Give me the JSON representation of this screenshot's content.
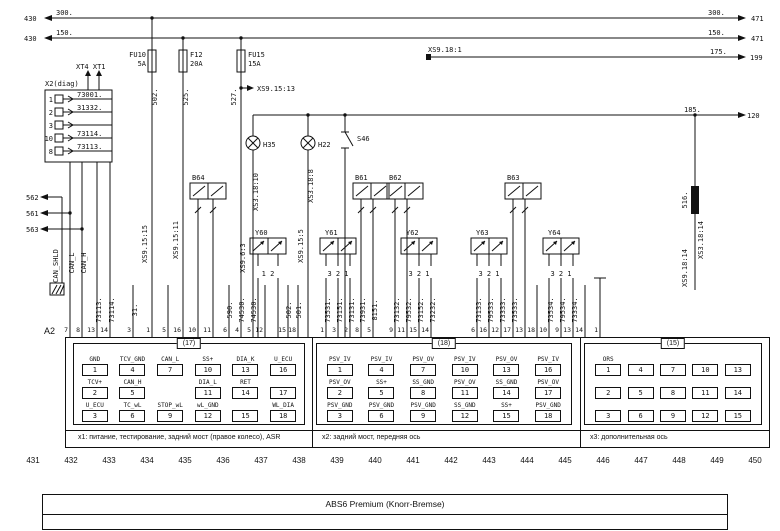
{
  "labels": {
    "n430a": "430",
    "n430b": "430",
    "l300l": "300.",
    "l150l": "150.",
    "l300r": "300.",
    "l150r": "150.",
    "r471a": "471",
    "r471b": "471",
    "xs9181": "XS9.18:1",
    "r175": "175.",
    "r199": "199",
    "r185": "185.",
    "r120": "120",
    "fu10": "FU10",
    "fu10a": "5A",
    "f12": "F12",
    "f12a": "20A",
    "fu15": "FU15",
    "fu15a": "15A",
    "xs91513": "XS9.15:13",
    "a562": "562",
    "a561": "561",
    "a563": "563",
    "h35": "H35",
    "h22": "H22",
    "s46": "S46",
    "b64": "B64",
    "b61": "B61",
    "b62": "B62",
    "b63": "B63",
    "y60": "Y60",
    "y61": "Y61",
    "y62": "Y62",
    "y63": "Y63",
    "y64": "Y64",
    "y60p": "1 2",
    "y61p": "3 2 1",
    "y62p": "3 2 1",
    "y63p": "3 2 1",
    "y64p": "3 2 1"
  },
  "vlabels": [
    "502.",
    "525.",
    "527.",
    "XS9.15:15",
    "XS9.15:11",
    "XS3.18:10",
    "XS3.18:8",
    "XS9.6:3",
    "XS9.15:5",
    "590.",
    "74530.",
    "74530.",
    "502.",
    "501.",
    "73531.",
    "73151.",
    "73131.",
    "73931.",
    "8151.",
    "73132.",
    "79532.",
    "73152.",
    "73232.",
    "73133.",
    "79533.",
    "73333.",
    "73533.",
    "73534.",
    "79534.",
    "73334.",
    "73113.",
    "73114.",
    "31.",
    "516.",
    "XS3.18:14",
    "XS9.18:14",
    "CAN_SHLD",
    "CAN_L",
    "CAN_H"
  ],
  "x2diag": {
    "title": "X2(diag)",
    "xt": "XT4 XT1",
    "rows": [
      {
        "pin": "1",
        "wire": "73001."
      },
      {
        "pin": "2",
        "wire": "31332."
      },
      {
        "pin": "3",
        "wire": ""
      },
      {
        "pin": "10",
        "wire": "73114."
      },
      {
        "pin": "8",
        "wire": "73113."
      }
    ]
  },
  "a2": {
    "label": "A2",
    "pins_top": [
      "7",
      "8",
      "13",
      "14",
      "3",
      "1",
      "5",
      "16",
      "10",
      "11",
      "6",
      "4",
      "5",
      "12",
      "15",
      "18",
      "1",
      "3",
      "2",
      "8",
      "5",
      "9",
      "11",
      "15",
      "14",
      "6",
      "16",
      "12",
      "17",
      "13",
      "18",
      "10",
      "9",
      "13",
      "14",
      "1"
    ],
    "sections": [
      {
        "id": "x1",
        "count": "(17)",
        "cols": 6,
        "cells": [
          {
            "l": "GND",
            "p": "1"
          },
          {
            "l": "TCV_GND",
            "p": "4"
          },
          {
            "l": "CAN_L",
            "p": "7"
          },
          {
            "l": "SS+",
            "p": "10"
          },
          {
            "l": "DIA_K",
            "p": "13"
          },
          {
            "l": "U_ECU",
            "p": "16"
          },
          {
            "l": "TCV+",
            "p": "2"
          },
          {
            "l": "CAN_H",
            "p": "5"
          },
          {
            "l": "",
            "p": ""
          },
          {
            "l": "DIA_L",
            "p": "11"
          },
          {
            "l": "RET",
            "p": "14"
          },
          {
            "l": "",
            "p": "17"
          },
          {
            "l": "U_ECU",
            "p": "3"
          },
          {
            "l": "TC_wL",
            "p": "6"
          },
          {
            "l": "STOP_wL",
            "p": "9"
          },
          {
            "l": "wL_GND",
            "p": "12"
          },
          {
            "l": "",
            "p": "15"
          },
          {
            "l": "WL_DIA",
            "p": "18"
          }
        ]
      },
      {
        "id": "x2",
        "count": "(18)",
        "cols": 6,
        "cells": [
          {
            "l": "PSV_IV",
            "p": "1"
          },
          {
            "l": "PSV_IV",
            "p": "4"
          },
          {
            "l": "PSV_OV",
            "p": "7"
          },
          {
            "l": "PSV_IV",
            "p": "10"
          },
          {
            "l": "PSV_OV",
            "p": "13"
          },
          {
            "l": "PSV_IV",
            "p": "16"
          },
          {
            "l": "PSV_OV",
            "p": "2"
          },
          {
            "l": "SS+",
            "p": "5"
          },
          {
            "l": "SS_GND",
            "p": "8"
          },
          {
            "l": "PSV_OV",
            "p": "11"
          },
          {
            "l": "SS_GND",
            "p": "14"
          },
          {
            "l": "PSV_OV",
            "p": "17"
          },
          {
            "l": "PSV_GND",
            "p": "3"
          },
          {
            "l": "PSV_GND",
            "p": "6"
          },
          {
            "l": "PSV_GND",
            "p": "9"
          },
          {
            "l": "SS_GND",
            "p": "12"
          },
          {
            "l": "SS+",
            "p": "15"
          },
          {
            "l": "PSV_GND",
            "p": "18"
          }
        ]
      },
      {
        "id": "x3",
        "count": "(15)",
        "cols": 5,
        "cells": [
          {
            "l": "ORS",
            "p": "1"
          },
          {
            "l": "",
            "p": "4"
          },
          {
            "l": "",
            "p": "7"
          },
          {
            "l": "",
            "p": "10"
          },
          {
            "l": "",
            "p": "13"
          },
          {
            "l": "",
            "p": "2"
          },
          {
            "l": "",
            "p": "5"
          },
          {
            "l": "",
            "p": "8"
          },
          {
            "l": "",
            "p": "11"
          },
          {
            "l": "",
            "p": "14"
          },
          {
            "l": "",
            "p": "3"
          },
          {
            "l": "",
            "p": "6"
          },
          {
            "l": "",
            "p": "9"
          },
          {
            "l": "",
            "p": "12"
          },
          {
            "l": "",
            "p": "15"
          }
        ]
      }
    ],
    "notes": [
      "x1: питание, тестирование, задний мост (правое колесо), ASR",
      "x2: задний мост, передняя ось",
      "x3: дополнительная ось"
    ]
  },
  "ruler": [
    "431",
    "432",
    "433",
    "434",
    "435",
    "436",
    "437",
    "438",
    "439",
    "440",
    "441",
    "442",
    "443",
    "444",
    "445",
    "446",
    "447",
    "448",
    "449",
    "450"
  ],
  "title": "ABS6 Premium (Knorr-Bremse)"
}
